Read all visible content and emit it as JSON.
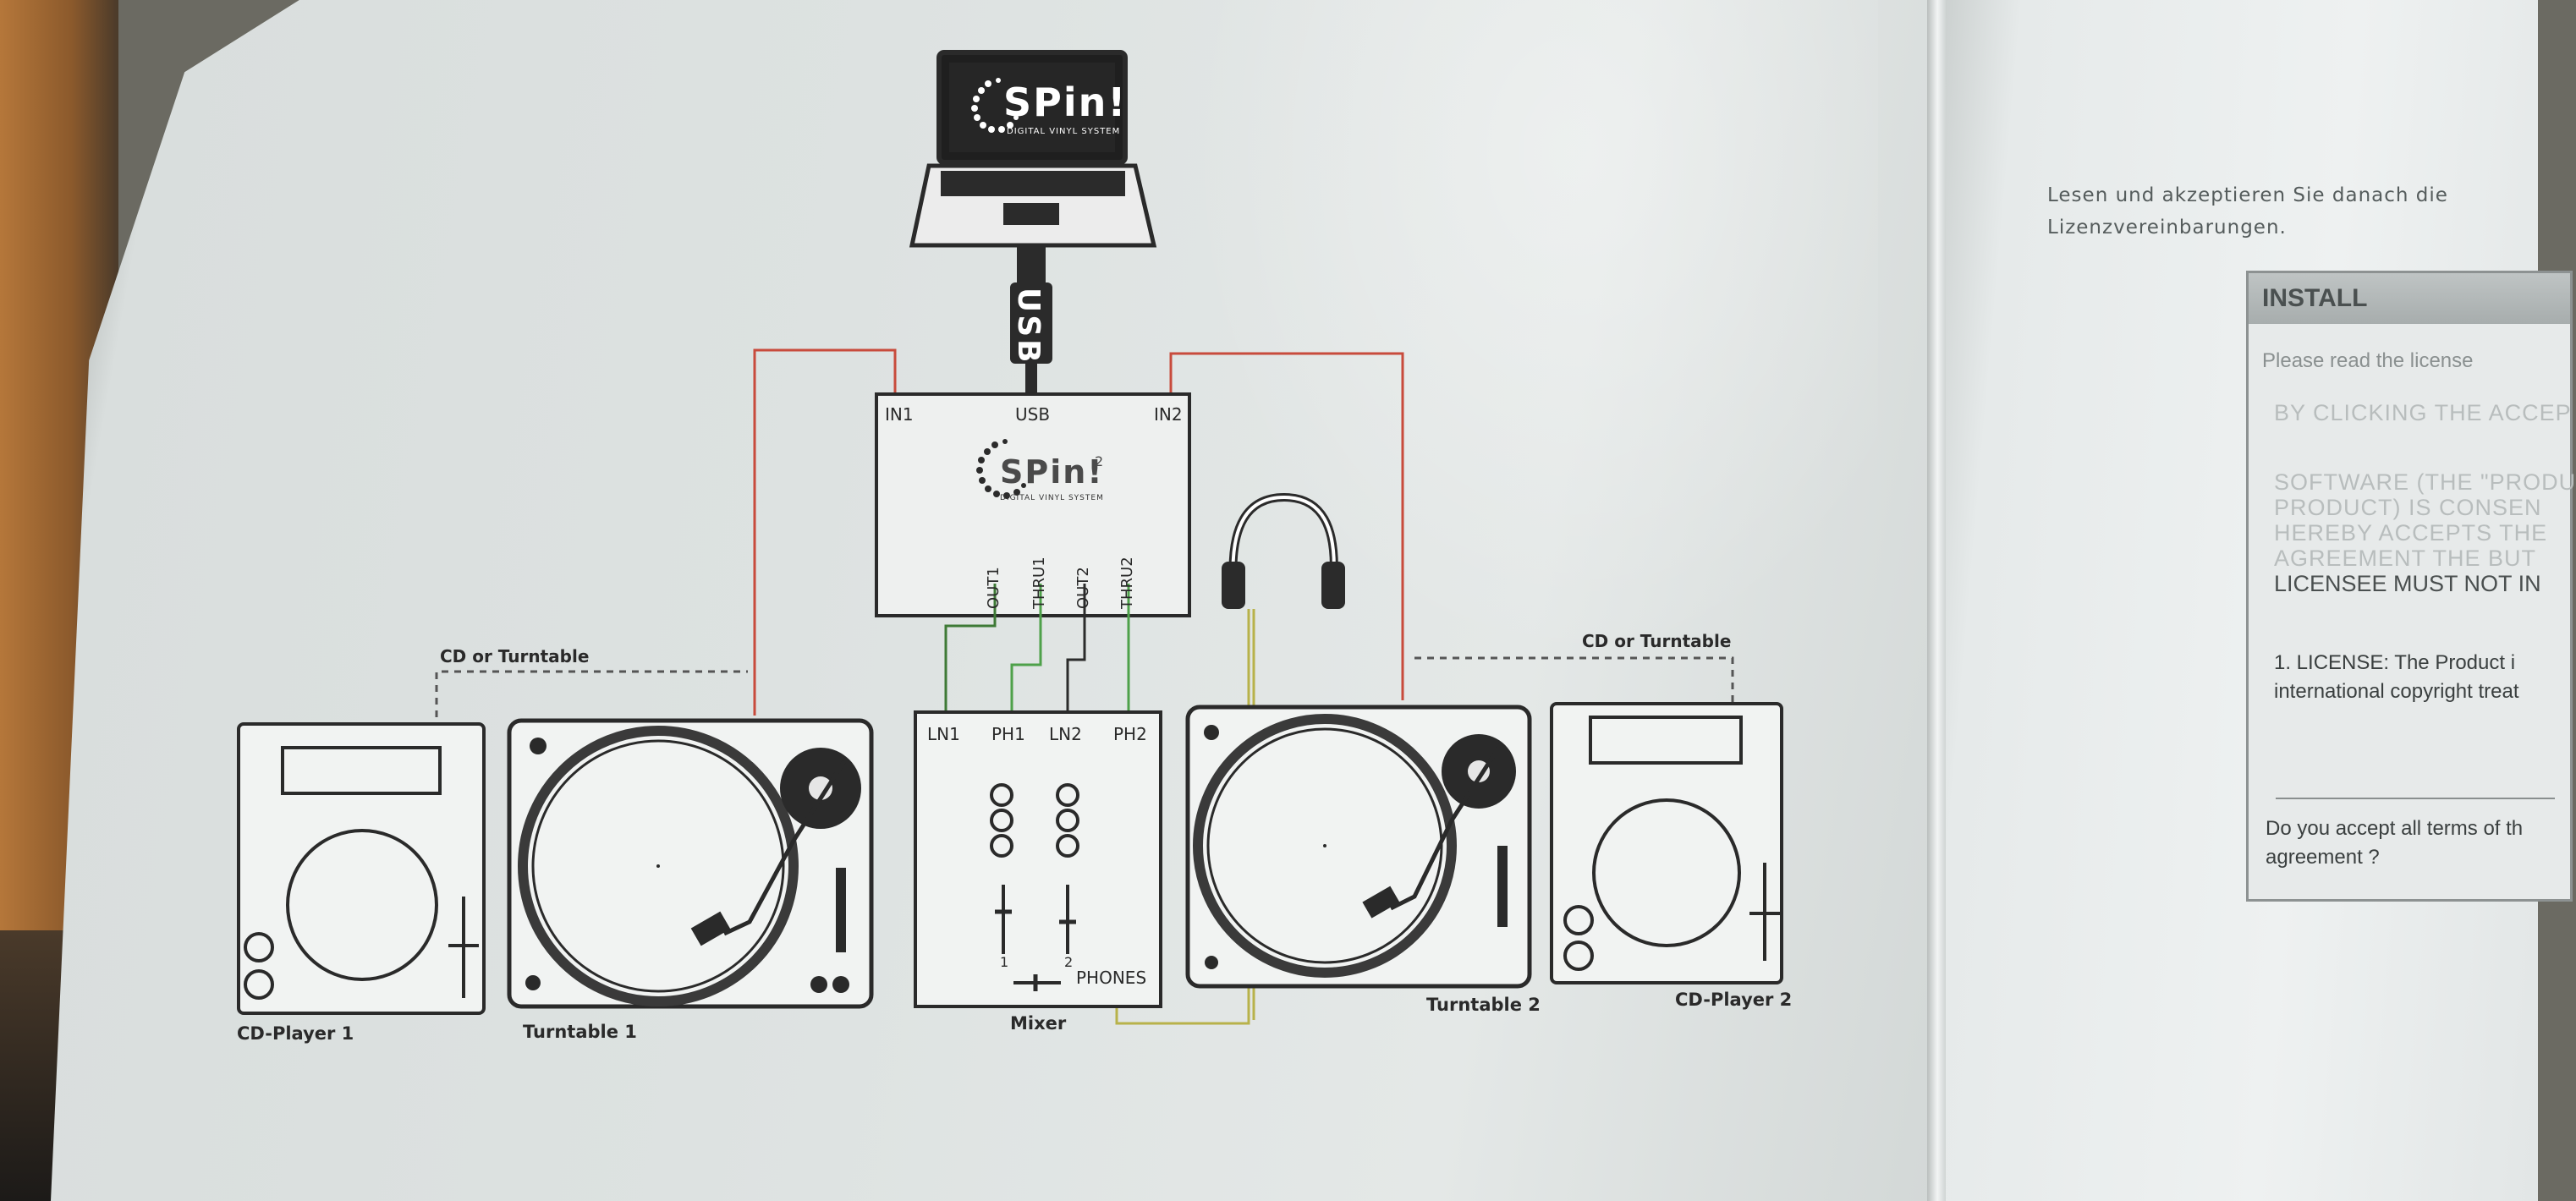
{
  "diagram": {
    "laptop": {
      "brand": "SPin!",
      "tagline": "DIGITAL VINYL SYSTEM"
    },
    "cable_label": "USB",
    "interface": {
      "brand": "SPin!",
      "superscript": "2",
      "tagline": "DIGITAL VINYL SYSTEM",
      "inputs": {
        "in1": "IN1",
        "usb": "USB",
        "in2": "IN2"
      },
      "outputs": [
        "OUT1",
        "THRU1",
        "OUT2",
        "THRU2"
      ]
    },
    "mixer": {
      "inputs": [
        "LN1",
        "PH1",
        "LN2",
        "PH2"
      ],
      "channel_numbers": [
        "1",
        "2"
      ],
      "phones_label": "PHONES",
      "name": "Mixer"
    },
    "source_note_left": "CD or Turntable",
    "source_note_right": "CD or Turntable",
    "devices": {
      "cd_player_1": "CD-Player 1",
      "turntable_1": "Turntable 1",
      "turntable_2": "Turntable 2",
      "cd_player_2": "CD-Player 2"
    },
    "colors": {
      "signal_line": "#c84b3c",
      "green_line": "#3e8a3a",
      "headphone_line": "#b8b24a",
      "ink": "#2b2b2b"
    }
  },
  "side_page": {
    "german_line_1": "Lesen und akzeptieren Sie danach die",
    "german_line_2": "Lizenzvereinbarungen.",
    "dialog": {
      "title": "INSTALL",
      "please": "Please read the license",
      "faded_lines": [
        "BY CLICKING THE ACCEP",
        "SOFTWARE (THE \"PRODU",
        "PRODUCT) IS CONSEN",
        "HEREBY ACCEPTS THE",
        "AGREEMENT THE BUT"
      ],
      "licensee": "LICENSEE MUST NOT IN",
      "license_text": "1. LICENSE: The Product i international copyright treat",
      "accept_question": "Do you accept all terms of th agreement ?"
    }
  }
}
